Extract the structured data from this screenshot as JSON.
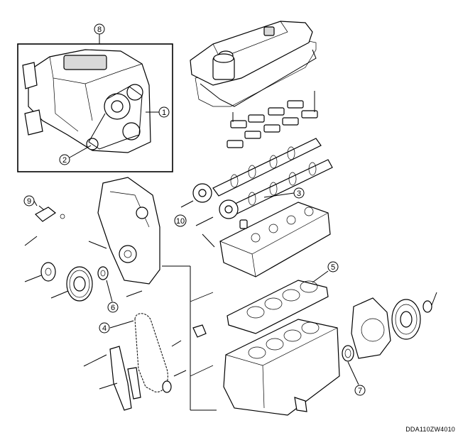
{
  "figure": {
    "reference_code": "DDA110ZW4010"
  },
  "callouts": [
    {
      "id": "1",
      "label": "1"
    },
    {
      "id": "2",
      "label": "2"
    },
    {
      "id": "3",
      "label": "3"
    },
    {
      "id": "4",
      "label": "4"
    },
    {
      "id": "5",
      "label": "5"
    },
    {
      "id": "6",
      "label": "6"
    },
    {
      "id": "7",
      "label": "7"
    },
    {
      "id": "8",
      "label": "8"
    },
    {
      "id": "9",
      "label": "9"
    },
    {
      "id": "10",
      "label": "10"
    }
  ]
}
